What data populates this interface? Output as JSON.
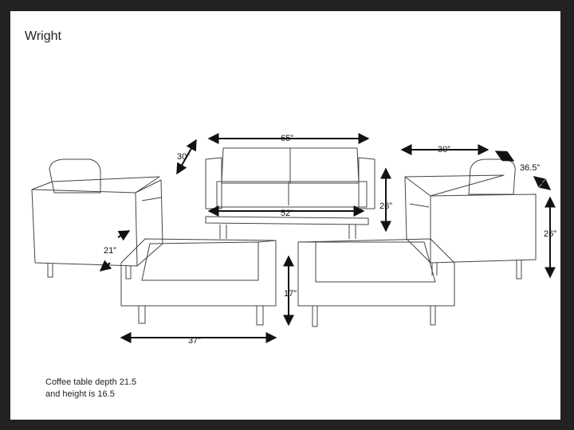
{
  "title": "Wright",
  "colors": {
    "frame": "#222222",
    "line": "#444444",
    "arrow": "#111111",
    "background": "#ffffff"
  },
  "dimensions": {
    "loveseat_width": "65”",
    "loveseat_depth": "30”",
    "loveseat_height": "26”",
    "coffee_table_width": "52”",
    "chair_width": "30”",
    "chair_diagonal": "36.5”",
    "chair_height": "26”",
    "ottoman_depth": "21”",
    "ottoman_height": "17”",
    "ottoman_width": "37”"
  },
  "note": {
    "line1": "Coffee table depth 21.5",
    "line2": "and height is 16.5"
  }
}
